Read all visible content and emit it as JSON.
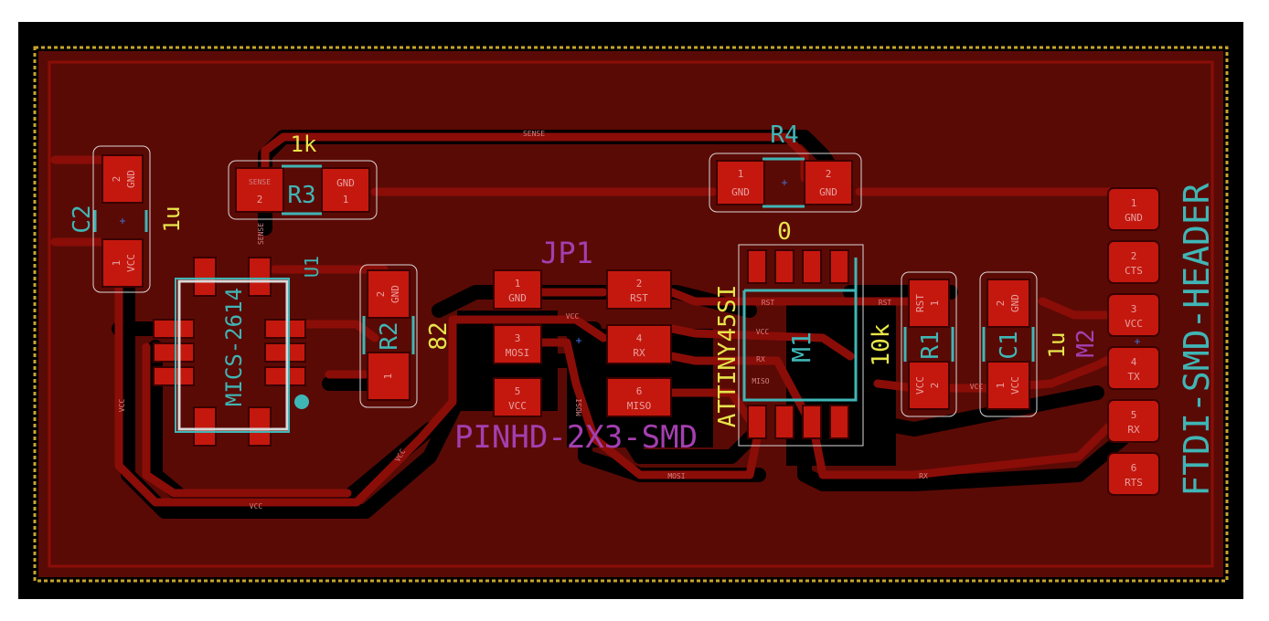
{
  "board": {
    "colors": {
      "background": "#000000",
      "edge": "#c8a52a",
      "copper_fill": "#5a0a05",
      "trace": "#8b0d08",
      "pad": "#c4180e",
      "pad_outline": "#3a0000",
      "silk_yellow": "#e7e54a",
      "silk_cyan": "#3fb6b6",
      "silk_purple": "#a43fb0",
      "courtyard": "#d8d8d8"
    }
  },
  "components": {
    "c2": {
      "ref": "C2",
      "value": "1u",
      "pad1": "1",
      "pad1_net": "VCC",
      "pad2": "2",
      "pad2_net": "GND"
    },
    "r3": {
      "ref": "R3",
      "value": "1k",
      "pad1": "1",
      "pad1_net": "GND",
      "pad2": "2",
      "pad2_net": "SENSE"
    },
    "r4": {
      "ref": "R4",
      "value": "0",
      "pad1": "1",
      "pad1_net": "GND",
      "pad2": "2",
      "pad2_net": "GND"
    },
    "u1": {
      "ref": "U1",
      "value": "MICS-2614"
    },
    "r2": {
      "ref": "R2",
      "value": "82",
      "pad1": "1",
      "pad2": "2",
      "pad2_net": "GND"
    },
    "jp1": {
      "ref": "JP1",
      "value": "PINHD-2X3-SMD",
      "pads": [
        {
          "num": "1",
          "net": "GND"
        },
        {
          "num": "2",
          "net": "RST"
        },
        {
          "num": "3",
          "net": "MOSI"
        },
        {
          "num": "4",
          "net": "RX"
        },
        {
          "num": "5",
          "net": "VCC"
        },
        {
          "num": "6",
          "net": "MISO"
        }
      ]
    },
    "m1": {
      "ref": "M1",
      "value": "ATTINY45SI"
    },
    "r1": {
      "ref": "R1",
      "value": "10k",
      "pad1_net": "RST",
      "pad2_net": "VCC",
      "pad1": "1",
      "pad2": "2"
    },
    "c1": {
      "ref": "C1",
      "value": "1u",
      "pad1": "1",
      "pad1_net": "VCC",
      "pad2": "2",
      "pad2_net": "GND"
    },
    "m2": {
      "ref": "M2",
      "value": "FTDI-SMD-HEADER",
      "pads": [
        {
          "num": "1",
          "net": "GND"
        },
        {
          "num": "2",
          "net": "CTS"
        },
        {
          "num": "3",
          "net": "VCC"
        },
        {
          "num": "4",
          "net": "TX"
        },
        {
          "num": "5",
          "net": "RX"
        },
        {
          "num": "6",
          "net": "RTS"
        }
      ]
    }
  },
  "nets": {
    "sense": "SENSE",
    "vcc": "VCC",
    "gnd": "GND",
    "rst": "RST",
    "rx": "RX",
    "mosi": "MOSI",
    "miso": "MISO"
  }
}
